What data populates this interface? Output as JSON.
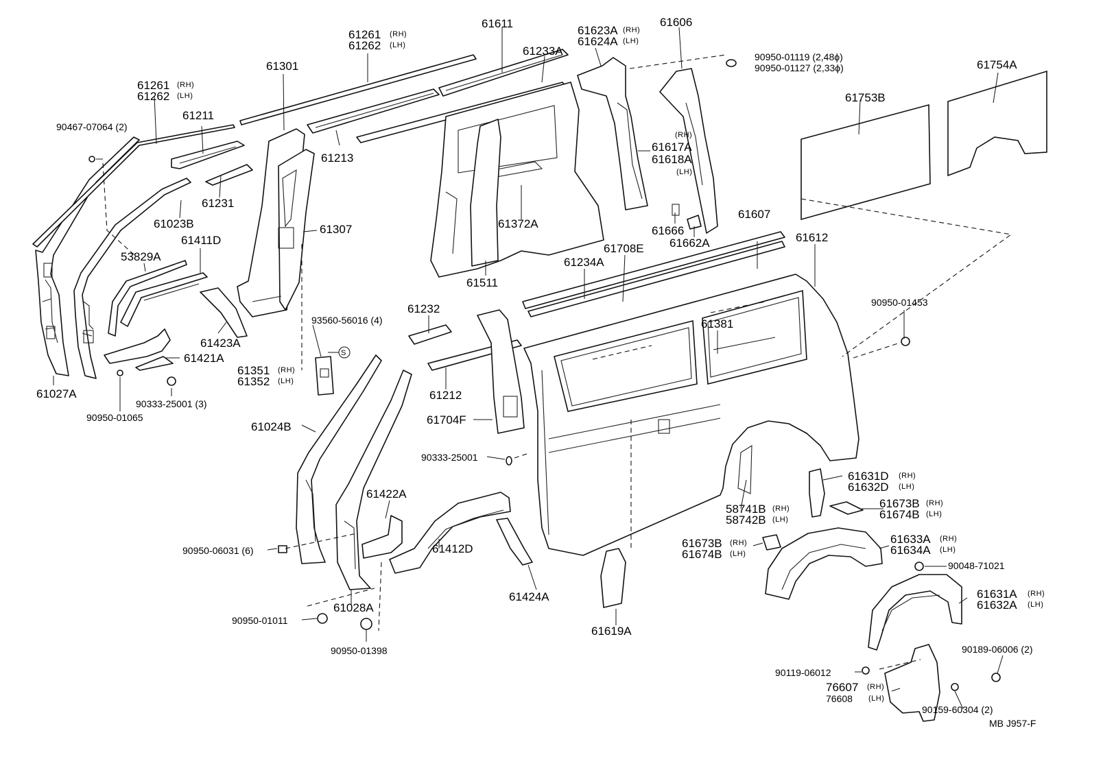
{
  "labels": {
    "p61027A": "61027A",
    "p90467_07064": "90467-07064 (2)",
    "p61261_rh_a": "61261",
    "p61262_lh_a": "61262",
    "p61211": "61211",
    "p61231": "61231",
    "p61023B": "61023B",
    "p61411D": "61411D",
    "p53829A": "53829A",
    "p61423A": "61423A",
    "p61421A": "61421A",
    "p90333_25001_3": "90333-25001 (3)",
    "p90950_01065": "90950-01065",
    "p61301": "61301",
    "p61307": "61307",
    "p61261_rh_b": "61261",
    "p61262_lh_b": "61262",
    "p61213": "61213",
    "p61611": "61611",
    "p61233A": "61233A",
    "p61372A": "61372A",
    "p61511": "61511",
    "p61623A": "61623A",
    "p61624A": "61624A",
    "p61606": "61606",
    "p61617A": "61617A",
    "p61618A": "61618A",
    "p61666": "61666",
    "p61662A": "61662A",
    "p90950_01119": "90950-01119 (2,48ϕ)",
    "p90950_01127": "90950-01127 (2,33ϕ)",
    "p61754A": "61754A",
    "p61753B": "61753B",
    "p61607": "61607",
    "p61612": "61612",
    "p61708E": "61708E",
    "p61234A": "61234A",
    "p61381": "61381",
    "p90950_01453": "90950-01453",
    "p61232": "61232",
    "p61212": "61212",
    "p61704F": "61704F",
    "p93560_56016": "93560-56016 (4)",
    "p61351": "61351",
    "p61352": "61352",
    "p61024B": "61024B",
    "p90333_25001": "90333-25001",
    "p61422A": "61422A",
    "p61412D": "61412D",
    "p61424A": "61424A",
    "p61028A": "61028A",
    "p90950_06031": "90950-06031 (6)",
    "p90950_01011": "90950-01011",
    "p90950_01398": "90950-01398",
    "p61619A": "61619A",
    "p61631D": "61631D",
    "p61632D": "61632D",
    "p58741B": "58741B",
    "p58742B": "58742B",
    "p61673B_a": "61673B",
    "p61674B_a": "61674B",
    "p61673B_b": "61673B",
    "p61674B_b": "61674B",
    "p61633A": "61633A",
    "p61634A": "61634A",
    "p90048_71021": "90048-71021",
    "p61631A": "61631A",
    "p61632A": "61632A",
    "p90189_06006": "90189-06006 (2)",
    "p90119_06012": "90119-06012",
    "p76607": "76607",
    "p76608": "76608",
    "p90159_60304": "90159-60304 (2)",
    "footer_code": "MB  J957-F"
  },
  "tags": {
    "rh": "(RH)",
    "lh": "(LH)",
    "s_symbol": "S"
  }
}
